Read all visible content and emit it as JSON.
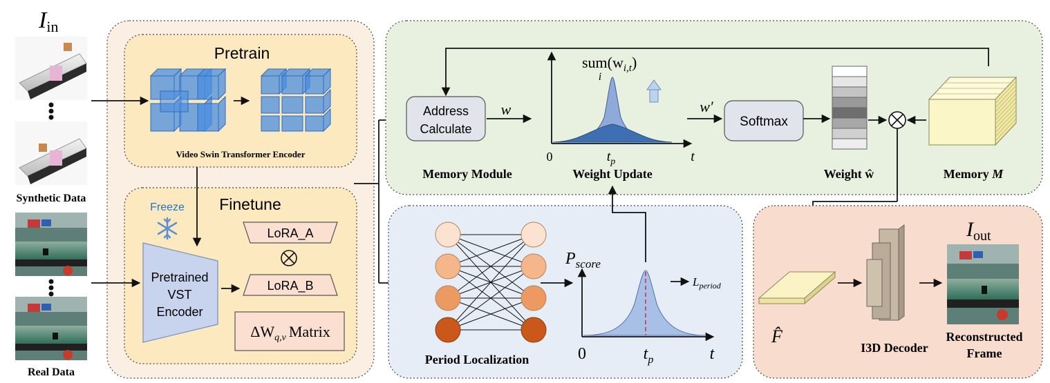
{
  "input": {
    "label_main": "I",
    "label_sub": "in",
    "synthetic_label": "Synthetic Data",
    "real_label": "Real Data"
  },
  "pretrain": {
    "title": "Pretrain",
    "encoder_label": "Video Swin Transformer Encoder"
  },
  "finetune": {
    "title": "Finetune",
    "freeze_label": "Freeze",
    "vst_line1": "Pretrained",
    "vst_line2": "VST",
    "vst_line3": "Encoder",
    "lora_a": "LoRA_A",
    "lora_b": "LoRA_B",
    "delta_symbol": "ΔW",
    "delta_sub": "q,v",
    "delta_word": "Matrix"
  },
  "memory": {
    "address_line1": "Address",
    "address_line2": "Calculate",
    "w_label": "w",
    "w_prime_label": "w′",
    "sum_label": "sum(w",
    "sum_sub": "i,t",
    "sum_close": ")",
    "sum_index": "i",
    "axis_zero": "0",
    "axis_tp": "t",
    "axis_tp_sub": "p",
    "axis_t": "t",
    "softmax": "Softmax",
    "module_label": "Memory Module",
    "weight_update_label": "Weight Update",
    "weight_label": "Weight ŵ",
    "memory_label_prefix": "Memory ",
    "memory_label_symbol": "M",
    "colors": {
      "panel_bg": "#e8f1e0",
      "peak_light": "#8fa9d8",
      "peak_dark": "#3f6fb3"
    }
  },
  "period": {
    "label": "Period Localization",
    "p_score_main": "P",
    "p_score_sub": "score",
    "l_period_main": "L",
    "l_period_sub": "period",
    "axis_zero": "0",
    "axis_tp": "t",
    "axis_tp_sub": "p",
    "axis_t": "t",
    "colors": {
      "panel_bg": "#e6edf7"
    }
  },
  "decoder": {
    "f_hat": "F̂",
    "decoder_label": "I3D Decoder",
    "output_main": "I",
    "output_sub": "out",
    "recon_line1": "Reconstructed",
    "recon_line2": "Frame",
    "colors": {
      "panel_bg": "#f8dccd"
    }
  },
  "colors": {
    "outer_panel_bg": "#fbeee3",
    "inner_panel_bg": "#fde9bf",
    "cube_blue": "#4a8ee0",
    "lora_fill": "#fbe0d2",
    "encoder_trapezoid": "#c8d4ee"
  }
}
